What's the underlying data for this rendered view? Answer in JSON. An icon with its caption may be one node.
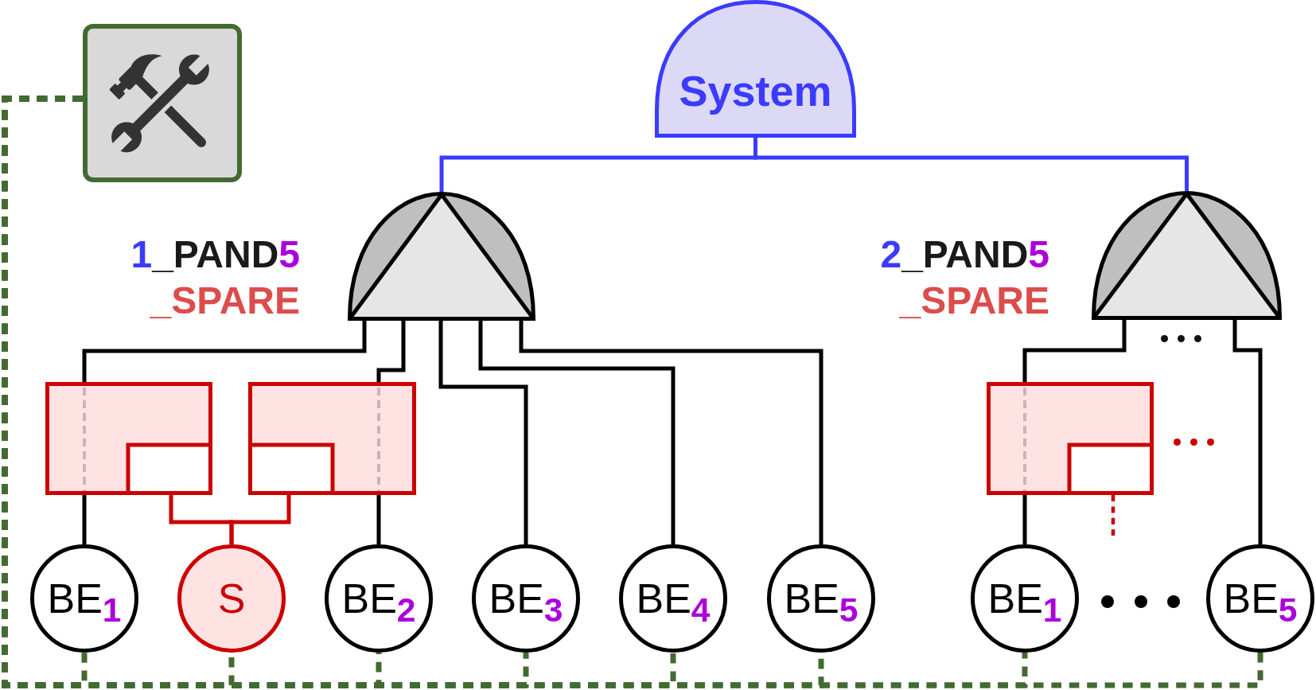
{
  "diagram": {
    "nodes": [
      {
        "text": [],
        "shape": "box"
      },
      {
        "text": [
          "System"
        ]
      },
      {
        "text": [],
        "shape": "dome",
        "beside": [
          "1_PAND5",
          "_SPARE"
        ]
      },
      {
        "text": [],
        "shape": "dome",
        "beside": [
          "2_PAND5",
          "_SPARE"
        ]
      },
      {
        "text": [],
        "shape": "box"
      },
      {
        "text": [],
        "shape": "box"
      },
      {
        "text": [],
        "shape": "box"
      },
      {
        "text": [
          "BE$_{1}$"
        ]
      },
      {
        "text": [
          "S"
        ]
      },
      {
        "text": [
          "BE$_{2}$"
        ]
      },
      {
        "text": [
          "BE$_{3}$"
        ]
      },
      {
        "text": [
          "BE$_{4}$"
        ]
      },
      {
        "text": [
          "BE$_{5}$"
        ]
      },
      {
        "text": [
          "BE$_{1}$"
        ]
      },
      {
        "text": [
          "BE$_{5}$"
        ]
      }
    ],
    "edges": [
      {
        "from": 1,
        "to": 2,
        "arrow": "none",
        "color": "#3b3bff"
      },
      {
        "from": 1,
        "to": 3,
        "arrow": "none",
        "color": "#3b3bff"
      },
      {
        "from": 2,
        "to": 4,
        "arrow": "none"
      },
      {
        "from": 2,
        "to": 5,
        "arrow": "none"
      },
      {
        "from": 2,
        "to": 10,
        "arrow": "none"
      },
      {
        "from": 2,
        "to": 11,
        "arrow": "none"
      },
      {
        "from": 2,
        "to": 12,
        "arrow": "none"
      },
      {
        "from": 3,
        "to": 6,
        "arrow": "none"
      },
      {
        "from": 3,
        "to": 14,
        "arrow": "none"
      },
      {
        "from": 4,
        "to": 7,
        "arrow": "none"
      },
      {
        "from": 5,
        "to": 9,
        "arrow": "none"
      },
      {
        "from": 6,
        "to": 13,
        "arrow": "none"
      },
      {
        "from": 4,
        "to": 8,
        "arrow": "none",
        "color": "#cc0000"
      },
      {
        "from": 5,
        "to": 8,
        "arrow": "none",
        "color": "#cc0000"
      },
      {
        "from": 6,
        "to": null,
        "arrow": "none",
        "style": "dashed",
        "color": "#cc0000"
      },
      {
        "from": 0,
        "to": 7,
        "arrow": "none",
        "style": "dashed",
        "color": "#436a32"
      },
      {
        "from": 0,
        "to": 8,
        "arrow": "none",
        "style": "dashed",
        "color": "#436a32"
      },
      {
        "from": 0,
        "to": 9,
        "arrow": "none",
        "style": "dashed",
        "color": "#436a32"
      },
      {
        "from": 0,
        "to": 10,
        "arrow": "none",
        "style": "dashed",
        "color": "#436a32"
      },
      {
        "from": 0,
        "to": 11,
        "arrow": "none",
        "style": "dashed",
        "color": "#436a32"
      },
      {
        "from": 0,
        "to": 12,
        "arrow": "none",
        "style": "dashed",
        "color": "#436a32"
      },
      {
        "from": 0,
        "to": 13,
        "arrow": "none",
        "style": "dashed",
        "color": "#436a32"
      },
      {
        "from": 0,
        "to": 14,
        "arrow": "none",
        "style": "dashed",
        "color": "#436a32"
      }
    ]
  }
}
